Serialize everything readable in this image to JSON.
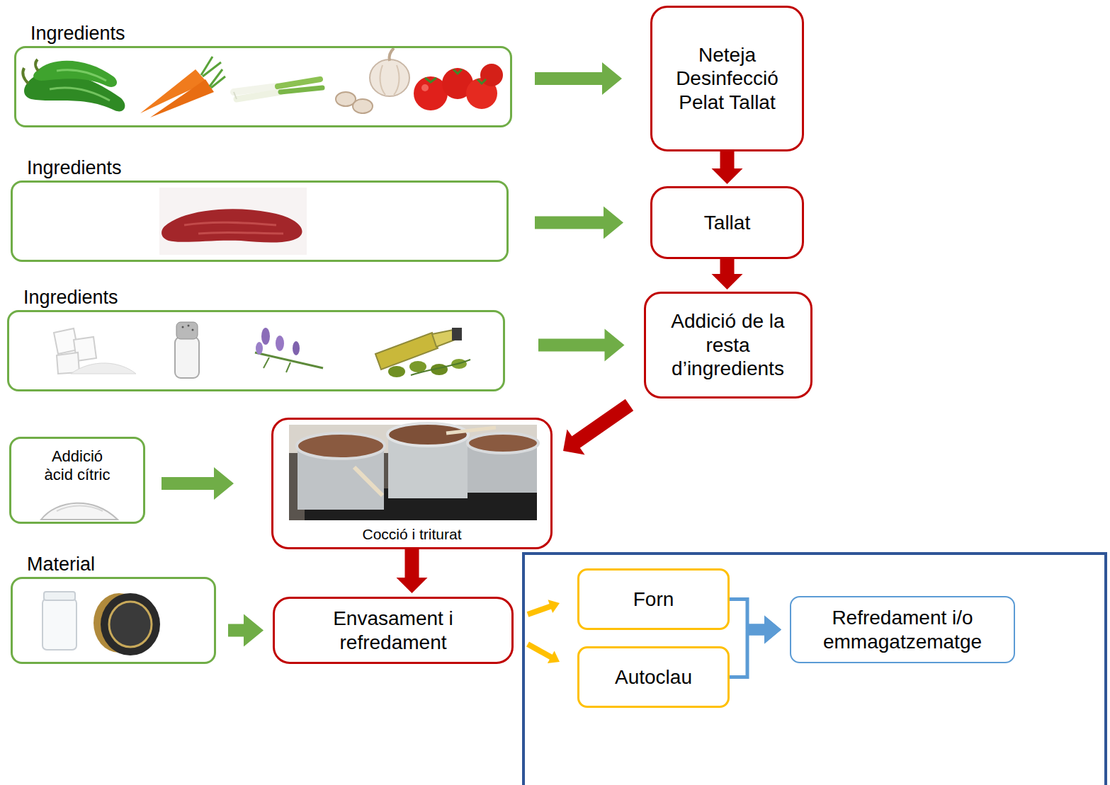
{
  "diagram": {
    "nodes": [
      {
        "text": [
          "Ingredients"
        ]
      },
      {
        "text": [
          "Neteja Desinfecció Pelat Tallat"
        ]
      },
      {
        "text": [
          "Ingredients"
        ]
      },
      {
        "text": [
          "Tallat"
        ]
      },
      {
        "text": [
          "Ingredients"
        ]
      },
      {
        "text": [
          "Addició de la resta d’ingredients"
        ]
      },
      {
        "text": [
          "Addició àcid cítric"
        ]
      },
      {
        "text": [
          "Cocció i triturat"
        ]
      },
      {
        "text": [
          "Material"
        ]
      },
      {
        "text": [
          "Envasament i refredament"
        ]
      },
      {
        "text": []
      },
      {
        "text": [
          "Forn"
        ],
        "in": 10
      },
      {
        "text": [
          "Autoclau"
        ],
        "in": 10
      },
      {
        "text": [
          "Refredament i/o emmagatzematge"
        ],
        "in": 10
      }
    ],
    "edges": [
      {
        "from": 0,
        "to": 1,
        "arrow": "to"
      },
      {
        "from": 1,
        "to": 3,
        "arrow": "to"
      },
      {
        "from": 2,
        "to": 3,
        "arrow": "to"
      },
      {
        "from": 3,
        "to": 5,
        "arrow": "to"
      },
      {
        "from": 4,
        "to": 5,
        "arrow": "to"
      },
      {
        "from": 5,
        "to": 7,
        "arrow": "to"
      },
      {
        "from": 6,
        "to": 7,
        "arrow": "to"
      },
      {
        "from": 7,
        "to": 9,
        "arrow": "to"
      },
      {
        "from": 8,
        "to": 9,
        "arrow": "to"
      },
      {
        "from": 9,
        "to": 11,
        "arrow": "to"
      },
      {
        "from": 9,
        "to": 12,
        "arrow": "to"
      },
      {
        "from": 11,
        "to": 13,
        "arrow": "to"
      },
      {
        "from": 12,
        "to": 13,
        "arrow": "to"
      }
    ]
  }
}
